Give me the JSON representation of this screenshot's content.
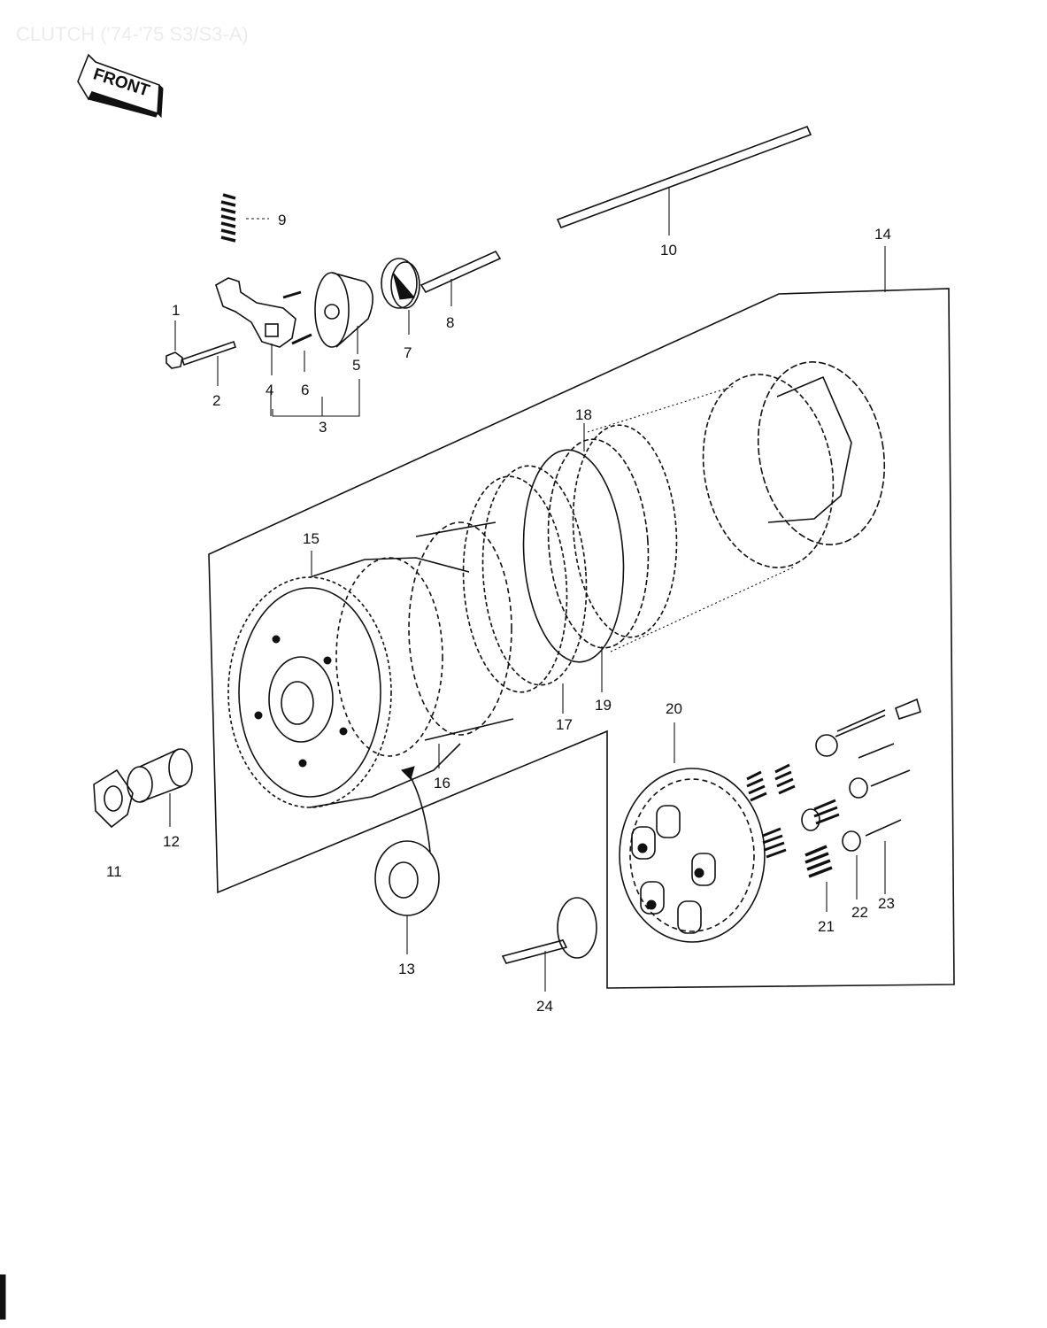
{
  "title": "CLUTCH ('74-'75 S3/S3-A)",
  "front_label": "FRONT",
  "callouts": {
    "c1": "1",
    "c2": "2",
    "c3": "3",
    "c4": "4",
    "c5": "5",
    "c6": "6",
    "c7": "7",
    "c8": "8",
    "c9": "9",
    "c10": "10",
    "c11": "11",
    "c12": "12",
    "c13": "13",
    "c14": "14",
    "c15": "15",
    "c16": "16",
    "c17": "17",
    "c18": "18",
    "c19": "19",
    "c20": "20",
    "c21": "21",
    "c22": "22",
    "c23": "23",
    "c24": "24"
  },
  "colors": {
    "ink": "#111111",
    "background": "#ffffff",
    "title": "#ececec"
  }
}
